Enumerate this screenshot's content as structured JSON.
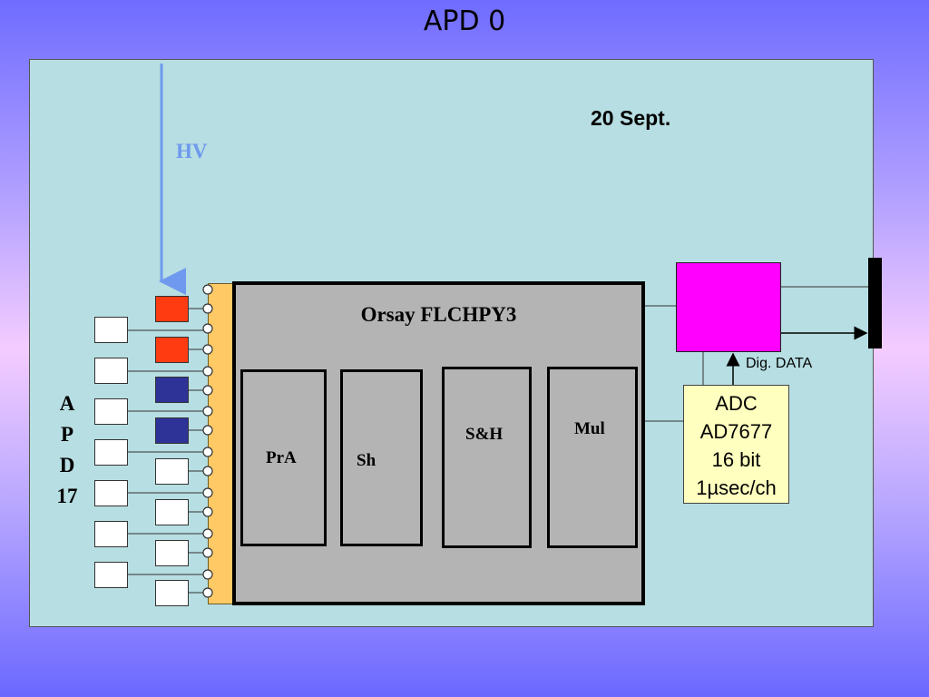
{
  "slide": {
    "title": "APD 0"
  },
  "panel": {
    "date": "20 Sept.",
    "hv_label": "HV",
    "apd_label": [
      "A",
      "P",
      "D",
      "17"
    ]
  },
  "chip": {
    "title": "Orsay FLCHPY3",
    "blocks": [
      "PrA",
      "Sh",
      "S&H",
      "Mul"
    ]
  },
  "adc": {
    "lines": [
      "ADC",
      "AD7677",
      "16 bit",
      "1µsec/ch"
    ]
  },
  "dig_data_label": "Dig. DATA",
  "colors": {
    "background": "#6f6cff",
    "panel": "#b7dee2",
    "hv": "#6f99ee",
    "chip": "#b4b4b4",
    "strip": "#ffc966",
    "fpga": "#ff00ff",
    "adc": "#ffffbf",
    "pad_red": "#ff3b12",
    "pad_blue": "#2e3398",
    "pad_white": "#ffffff"
  }
}
